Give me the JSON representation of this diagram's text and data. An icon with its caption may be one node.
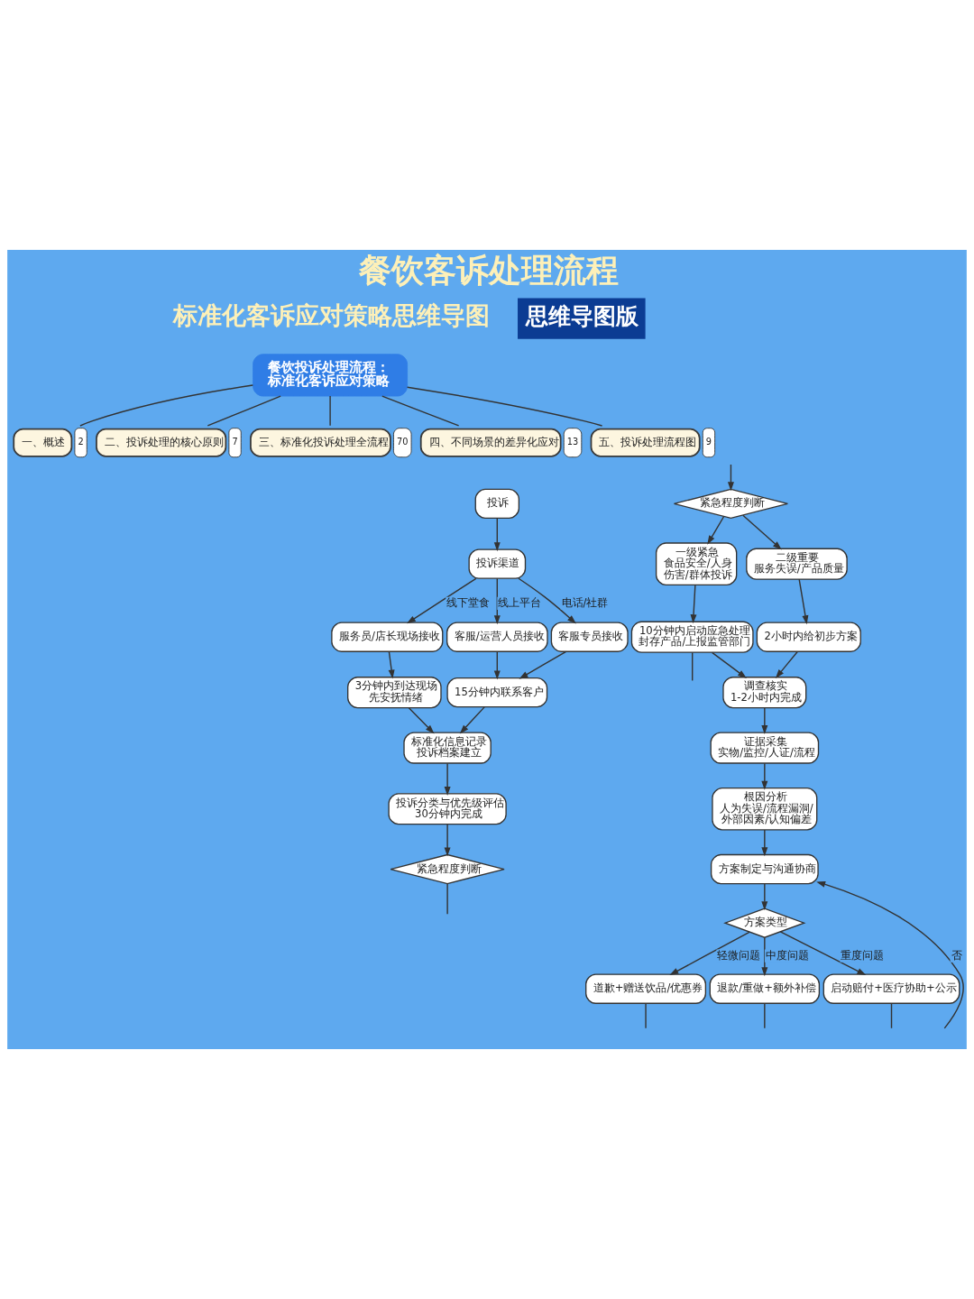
{
  "diagram": {
    "title": "餐饮客诉处理流程",
    "nodes": [
      {
        "text": [
          "餐饮投诉处理流程：标准化客诉应对策略"
        ]
      },
      {
        "text": [
          "一、概述"
        ],
        "beside": [
          "2"
        ]
      },
      {
        "text": [
          "二、投诉处理的核心原则"
        ],
        "beside": [
          "7"
        ]
      },
      {
        "text": [
          "三、标准化投诉处理全流程"
        ],
        "beside": [
          "70"
        ]
      },
      {
        "text": [
          "四、不同场景的差异化应对"
        ],
        "beside": [
          "13"
        ]
      },
      {
        "text": [
          "五、投诉处理流程图"
        ],
        "beside": [
          "9"
        ]
      },
      {
        "text": [
          "投诉"
        ]
      },
      {
        "text": [
          "投诉渠道"
        ]
      },
      {
        "text": [
          "服务员/店长现场接收"
        ]
      },
      {
        "text": [
          "客服/运营人员接收"
        ]
      },
      {
        "text": [
          "客服专员接收"
        ]
      },
      {
        "text": [
          "3分钟内到达现场",
          "先安抚情绪"
        ]
      },
      {
        "text": [
          "15分钟内联系客户"
        ]
      },
      {
        "text": [
          "标准化信息记录",
          "投诉档案建立"
        ]
      },
      {
        "text": [
          "投诉分类与优先级评估",
          "30分钟内完成"
        ]
      },
      {
        "text": [
          "紧急程度判断"
        ]
      },
      {
        "text": [
          "紧急程度判断"
        ]
      },
      {
        "text": [
          "一级紧急",
          "食品安全/人身伤害/群体投诉"
        ]
      },
      {
        "text": [
          "二级重要",
          "服务失误/产品质量"
        ]
      },
      {
        "text": [
          "10分钟内启动应急处理",
          "封存产品/上报监管部门"
        ]
      },
      {
        "text": [
          "2小时内给初步方案"
        ]
      },
      {
        "text": [
          "调查核实",
          "1-2小时内完成"
        ]
      },
      {
        "text": [
          "证据采集",
          "实物/监控/人证/流程"
        ]
      },
      {
        "text": [
          "根因分析",
          "人为失误/流程漏洞/外部因素/认知偏差"
        ]
      },
      {
        "text": [
          "方案制定与沟通协商"
        ]
      },
      {
        "text": [
          "方案类型"
        ]
      },
      {
        "text": [
          "道歉+赠送饮品/优惠券"
        ]
      },
      {
        "text": [
          "退款/重做+额外补偿"
        ]
      },
      {
        "text": [
          "启动赔付+医疗协助+公示"
        ]
      }
    ],
    "edges": [
      {
        "from": 0,
        "to": 1,
        "arrow": "none"
      },
      {
        "from": 0,
        "to": 2,
        "arrow": "none"
      },
      {
        "from": 0,
        "to": 3,
        "arrow": "none"
      },
      {
        "from": 0,
        "to": 4,
        "arrow": "none"
      },
      {
        "from": 0,
        "to": 5,
        "arrow": "none"
      },
      {
        "from": 6,
        "to": 7,
        "arrow": "to"
      },
      {
        "from": 7,
        "to": 8,
        "arrow": "to",
        "label": "线下堂食"
      },
      {
        "from": 7,
        "to": 9,
        "arrow": "to",
        "label": "线上平台"
      },
      {
        "from": 7,
        "to": 10,
        "arrow": "to",
        "label": "电话/社群"
      },
      {
        "from": 8,
        "to": 11,
        "arrow": "to"
      },
      {
        "from": 9,
        "to": 12,
        "arrow": "to"
      },
      {
        "from": 10,
        "to": 12,
        "arrow": "to"
      },
      {
        "from": 11,
        "to": 13,
        "arrow": "to"
      },
      {
        "from": 12,
        "to": 13,
        "arrow": "to"
      },
      {
        "from": 13,
        "to": 14,
        "arrow": "to"
      },
      {
        "from": 14,
        "to": 15,
        "arrow": "to"
      },
      {
        "from": 15,
        "to": null,
        "arrow": "none"
      },
      {
        "from": null,
        "to": 16,
        "arrow": "to"
      },
      {
        "from": 16,
        "to": 17,
        "arrow": "to"
      },
      {
        "from": 16,
        "to": 18,
        "arrow": "to"
      },
      {
        "from": 17,
        "to": 19,
        "arrow": "to"
      },
      {
        "from": 18,
        "to": 20,
        "arrow": "to"
      },
      {
        "from": 19,
        "to": 21,
        "arrow": "to"
      },
      {
        "from": 20,
        "to": 21,
        "arrow": "to"
      },
      {
        "from": 19,
        "to": null,
        "arrow": "none"
      },
      {
        "from": 21,
        "to": 22,
        "arrow": "to"
      },
      {
        "from": 22,
        "to": 23,
        "arrow": "to"
      },
      {
        "from": 23,
        "to": 24,
        "arrow": "to"
      },
      {
        "from": 24,
        "to": 25,
        "arrow": "to"
      },
      {
        "from": 25,
        "to": 26,
        "arrow": "to",
        "label": "轻微问题"
      },
      {
        "from": 25,
        "to": 27,
        "arrow": "to",
        "label": "中度问题"
      },
      {
        "from": 25,
        "to": 28,
        "arrow": "to",
        "label": "重度问题"
      },
      {
        "from": 26,
        "to": null,
        "arrow": "none"
      },
      {
        "from": 27,
        "to": null,
        "arrow": "none"
      },
      {
        "from": 28,
        "to": null,
        "arrow": "none"
      },
      {
        "from": null,
        "to": 24,
        "arrow": "to",
        "label": "否"
      }
    ],
    "labels": [
      "标准化客诉应对策略思维导图",
      "思维导图版"
    ]
  }
}
